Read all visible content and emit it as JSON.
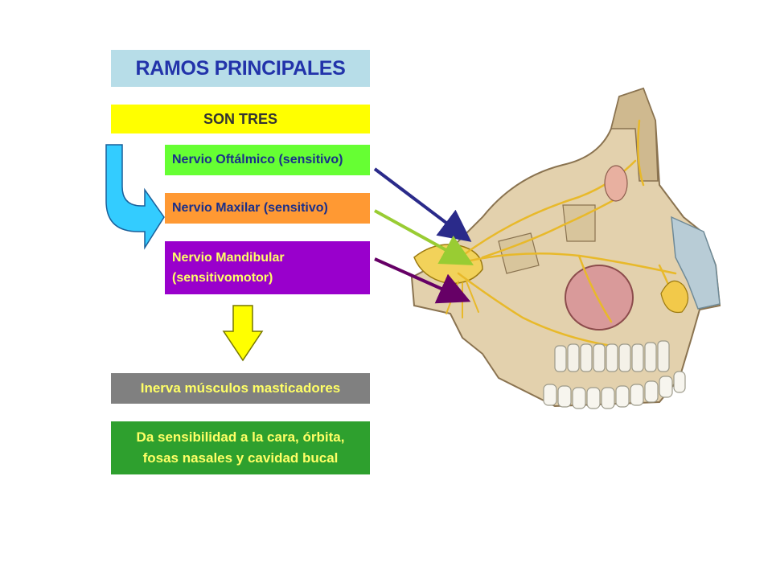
{
  "title": "RAMOS PRINCIPALES",
  "subtitle": "SON TRES",
  "branches": {
    "ophthalmic": "Nervio Oftálmico (sensitivo)",
    "maxillary": "Nervio Maxilar (sensitivo)",
    "mandibular_line1": "Nervio Mandibular",
    "mandibular_line2": "(sensitivomotor)"
  },
  "functions": {
    "motor": "Inerva músculos masticadores",
    "sensory_line1": "Da sensibilidad a la cara, órbita,",
    "sensory_line2": "fosas nasales y cavidad bucal"
  },
  "colors": {
    "title_bg": "#b7dde8",
    "subtitle_bg": "#ffff00",
    "ophthalmic": "#66ff33",
    "maxillary": "#ff9933",
    "mandibular": "#9900cc",
    "motor_bg": "#808080",
    "sensory_bg": "#2ea02e",
    "curved_arrow": "#33ccff",
    "down_arrow": "#ffff00",
    "pointer_ophthalmic": "#2a2a8a",
    "pointer_maxillary": "#99cc33",
    "pointer_mandibular": "#660066"
  }
}
